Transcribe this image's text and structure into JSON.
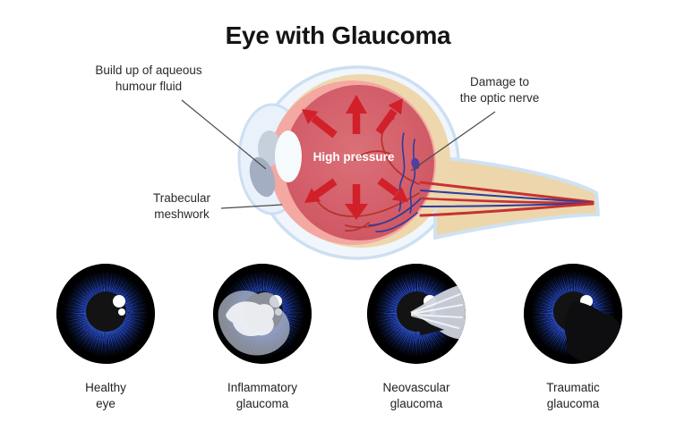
{
  "title": "Eye with Glaucoma",
  "diagram": {
    "label_aqueous": "Build up of aqueous\nhumour fluid",
    "label_trabecular": "Trabecular\nmeshwork",
    "label_optic_nerve": "Damage to\nthe optic nerve",
    "label_pressure": "High pressure"
  },
  "eye_types": [
    {
      "condition": "healthy",
      "label": "Healthy\neye"
    },
    {
      "condition": "inflammatory",
      "label": "Inflammatory\nglaucoma"
    },
    {
      "condition": "neovascular",
      "label": "Neovascular\nglaucoma"
    },
    {
      "condition": "traumatic",
      "label": "Traumatic\nglaucoma"
    }
  ],
  "colors": {
    "arrow_red": "#d2202a",
    "inner_eye_red": "#d4606b",
    "sclera_blue": "#cfe1f3",
    "choroid_cream": "#eed7ad",
    "iris_pink": "#f3a8a2",
    "vessel_red": "#b5322e",
    "vessel_blue": "#2c3c9e",
    "iris_blue": "#2b55e0",
    "pressure_text": "#ffffff"
  }
}
